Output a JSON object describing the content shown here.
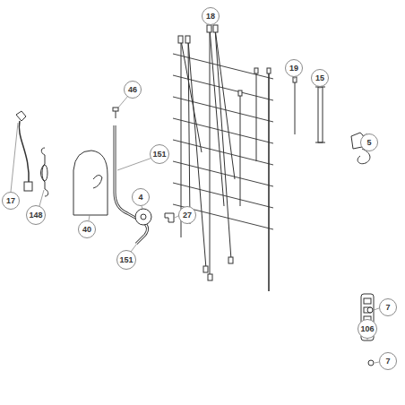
{
  "diagram": {
    "nodes": [
      {
        "text": [
          "18"
        ]
      },
      {
        "text": [
          "19"
        ]
      },
      {
        "text": [
          "15"
        ]
      },
      {
        "text": [
          "46"
        ]
      },
      {
        "text": [
          "5"
        ]
      },
      {
        "text": [
          "151"
        ]
      },
      {
        "text": [
          "17"
        ]
      },
      {
        "text": [
          "4"
        ]
      },
      {
        "text": [
          "148"
        ]
      },
      {
        "text": [
          "27"
        ]
      },
      {
        "text": [
          "40"
        ]
      },
      {
        "text": [
          "151"
        ]
      },
      {
        "text": [
          "7"
        ]
      },
      {
        "text": [
          "106"
        ]
      },
      {
        "text": [
          "7"
        ]
      }
    ]
  }
}
